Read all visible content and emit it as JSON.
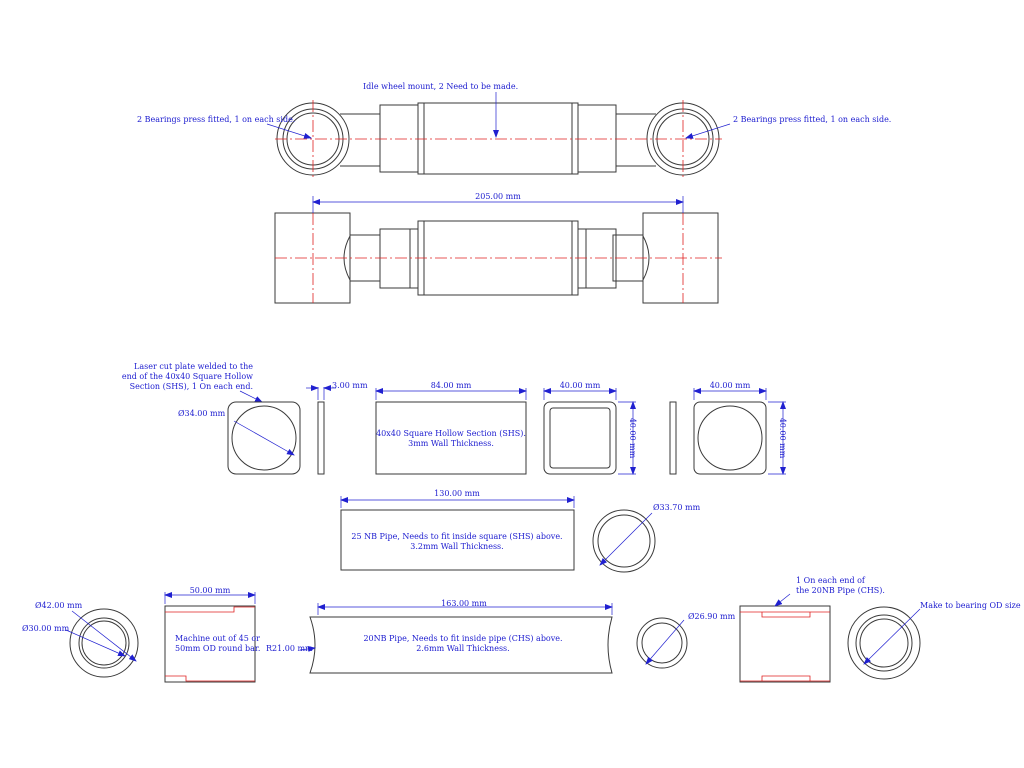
{
  "annotations": {
    "idle_wheel": "Idle wheel mount, 2 Need to be made.",
    "bearings_left": "2 Bearings press fitted, 1 on each side.",
    "bearings_right": "2 Bearings press fitted, 1 on each side.",
    "laser_plate": [
      "Laser cut plate welded to the",
      "end of the 40x40 Square Hollow",
      "Section (SHS), 1 On each end."
    ],
    "shs_note": [
      "40x40 Square Hollow Section (SHS).",
      "3mm Wall Thickness."
    ],
    "pipe25_note": [
      "25 NB Pipe, Needs to fit inside square (SHS) above.",
      "3.2mm Wall Thickness."
    ],
    "pipe20_note": [
      "20NB Pipe, Needs to fit inside pipe (CHS) above.",
      "2.6mm Wall Thickness."
    ],
    "machine_note": [
      "Machine out of 45 or",
      "50mm OD round bar."
    ],
    "end_note": [
      "1 On each end of",
      "the 20NB Pipe (CHS)."
    ],
    "bearing_od": "Make to bearing OD size"
  },
  "dimensions": {
    "overall": "205.00 mm",
    "plate_dia": "Ø34.00 mm",
    "plate_thk": "3.00 mm",
    "shs_len": "84.00 mm",
    "shs_w": "40.00 mm",
    "shs_h": "40.00 mm",
    "plate_w": "40.00 mm",
    "plate_h": "40.00 mm",
    "pipe25_len": "130.00 mm",
    "pipe25_dia": "Ø33.70 mm",
    "ring_od": "Ø42.00 mm",
    "ring_id": "Ø30.00 mm",
    "bush_len": "50.00 mm",
    "pipe20_len": "163.00 mm",
    "pipe20_dia": "Ø26.90 mm",
    "radius": "R21.00 mm"
  }
}
